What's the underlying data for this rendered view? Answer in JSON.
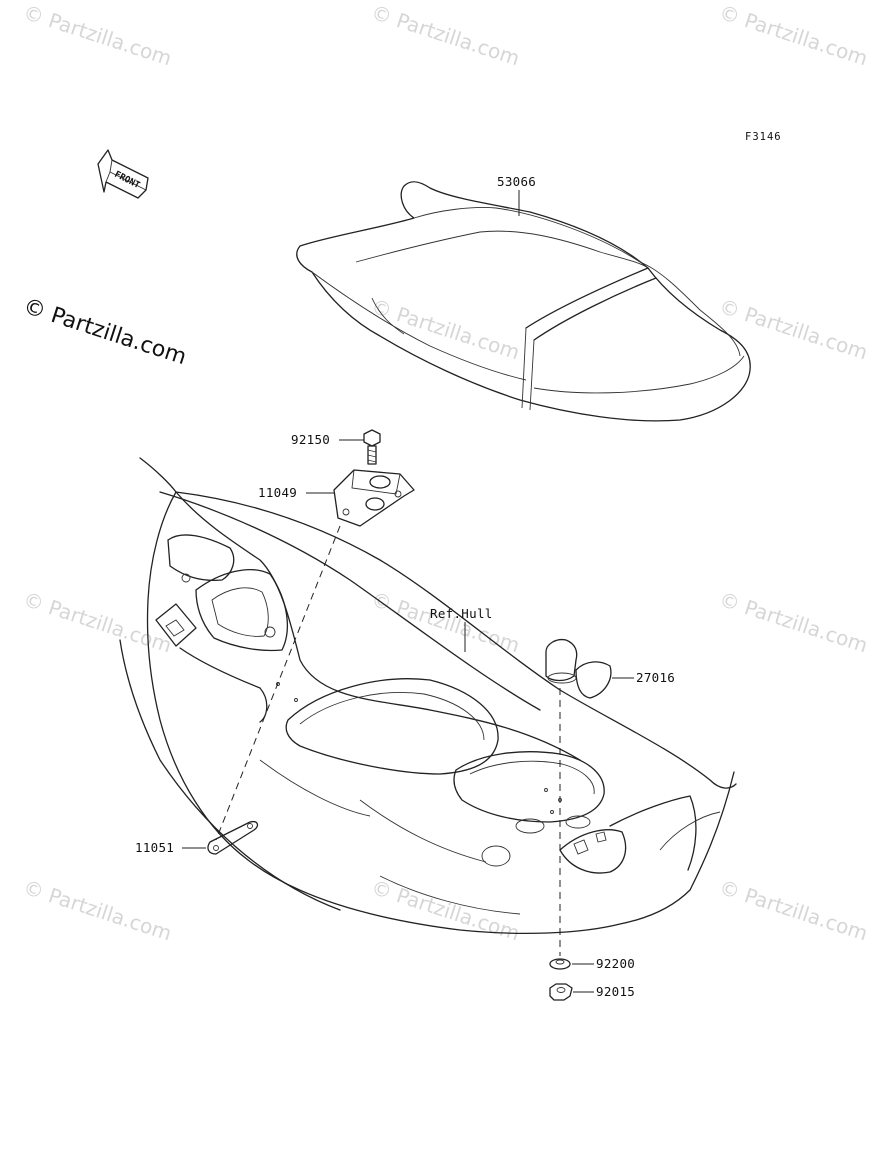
{
  "figure_code": "F3146",
  "front_arrow_label": "FRONT",
  "watermark_text": "© Partzilla.com",
  "reference_label": "Ref.Hull",
  "parts": {
    "seat": "53066",
    "bolt": "92150",
    "bracket": "11049",
    "strap": "11051",
    "mirror_cap": "27016",
    "washer": "92200",
    "nut": "92015"
  }
}
